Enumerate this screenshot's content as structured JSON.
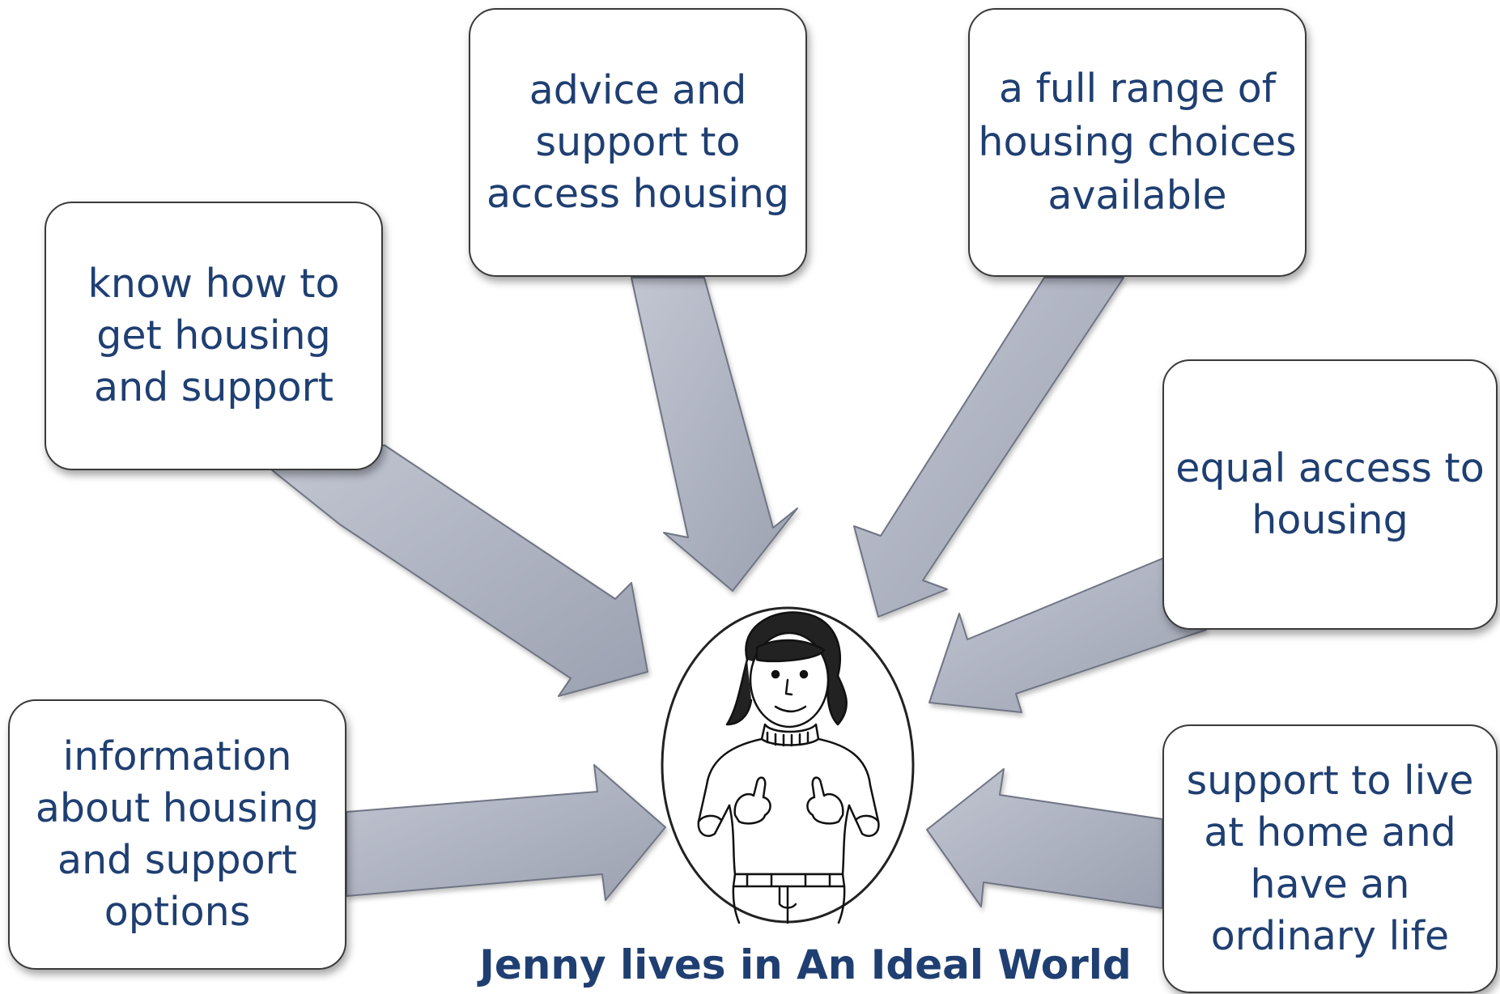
{
  "boxes": {
    "advice": "advice and\nsupport to\naccess housing",
    "full_range": "a full range of\nhousing choices\navailable",
    "know_how": "know how to\nget housing\nand support",
    "equal_access": "equal access to\nhousing",
    "information": "information\nabout housing\nand support\noptions",
    "support_live": "support to live\nat home and\nhave an\nordinary life"
  },
  "caption": "Jenny lives in An Ideal World",
  "colors": {
    "box_text": "#1f3f72",
    "arrow_fill": "#a9aebc",
    "arrow_stroke": "#6f7484",
    "box_border": "#3a3a3a"
  },
  "center_image": "person-thumbs-up-illustration"
}
